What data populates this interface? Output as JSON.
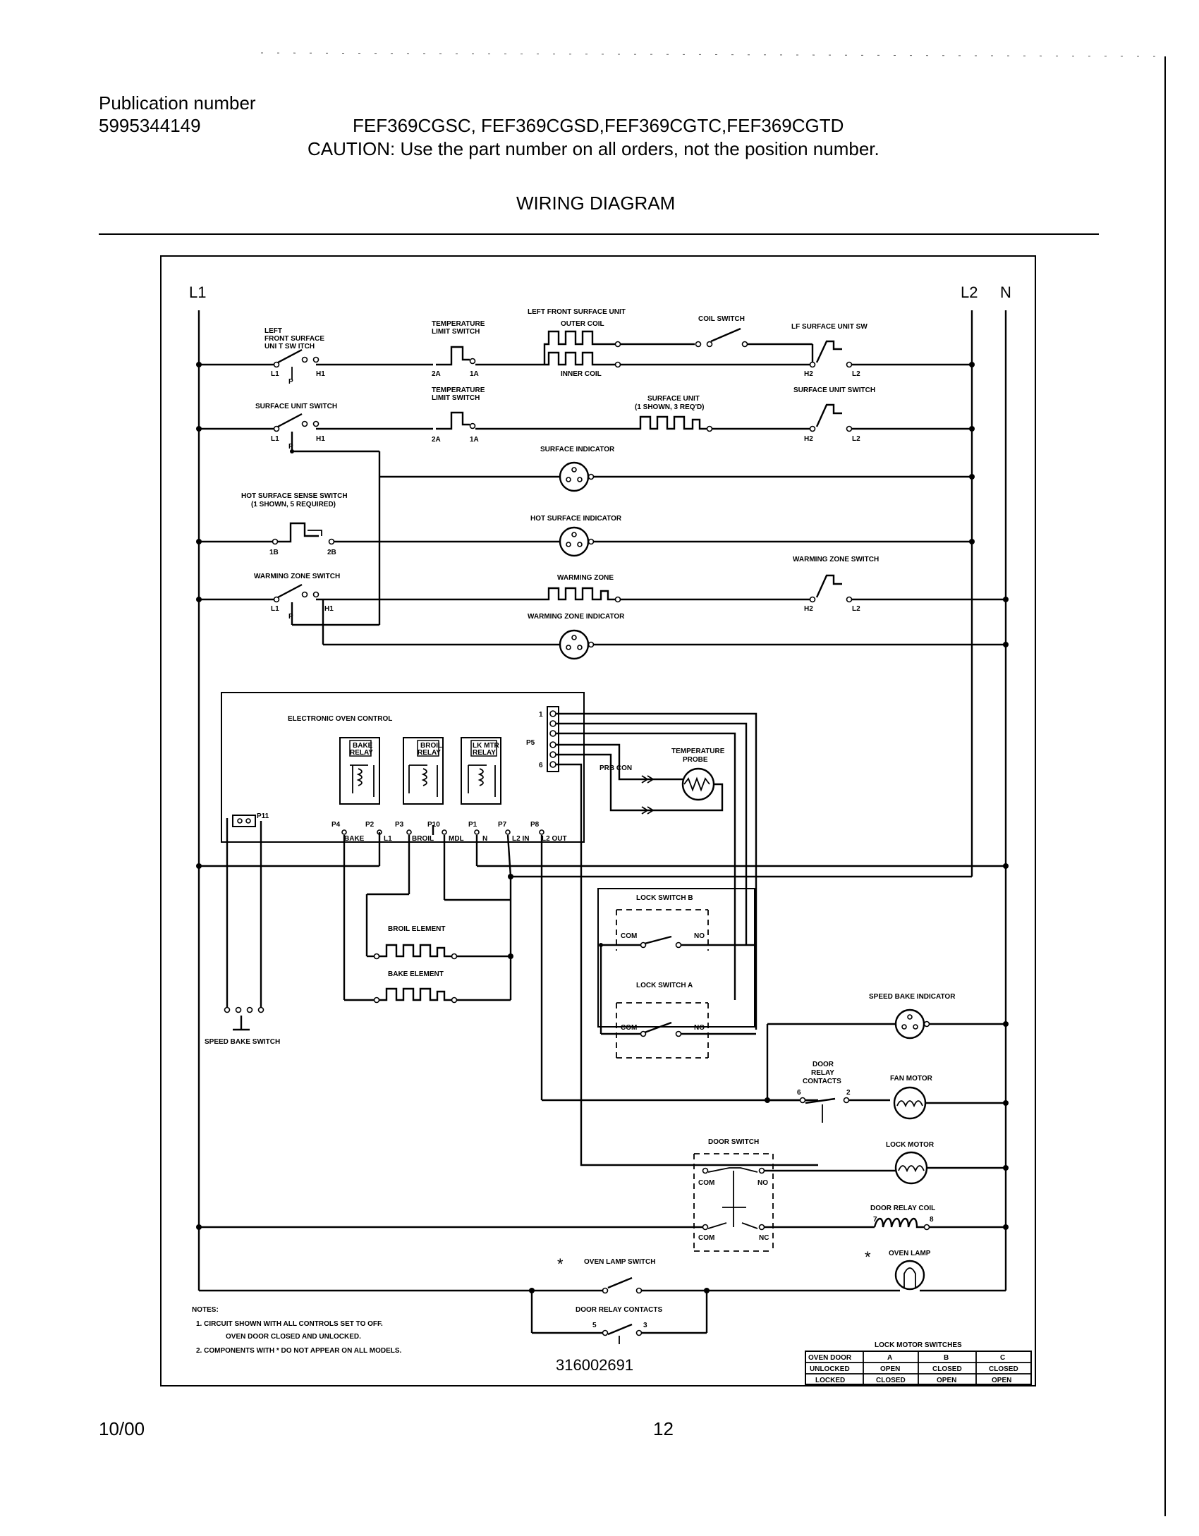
{
  "header": {
    "publication_label": "Publication number",
    "publication_number": "5995344149",
    "models": "FEF369CGSC, FEF369CGSD,FEF369CGTC,FEF369CGTD",
    "caution": "CAUTION:  Use the part number on all orders, not the position number.",
    "title": "WIRING DIAGRAM"
  },
  "footer": {
    "date": "10/00",
    "page": "12"
  },
  "diagram": {
    "lines": {
      "l1": "L1",
      "l2": "L2",
      "n": "N"
    },
    "lf_switch": {
      "title_1": "LEFT",
      "title_2": "FRONT  SURFACE",
      "title_3": "UNI T  SW ITCH",
      "t1": "L1",
      "tp": "P",
      "t2": "H1"
    },
    "temp_limit_1": {
      "title_1": "TEMPERATURE",
      "title_2": "LIMIT SWITCH",
      "t1": "2A",
      "t2": "1A"
    },
    "lf_unit": {
      "title_1": "LEFT FRONT SURFACE UNIT",
      "title_2": "OUTER COIL",
      "title_3": "INNER COIL"
    },
    "coil_switch": "COIL SWITCH",
    "lf_unit_sw": {
      "title": "LF SURFACE UNIT SW",
      "t1": "H2",
      "t2": "L2"
    },
    "surf_switch": {
      "title": "SURFACE UNIT SWITCH",
      "t1": "L1",
      "tp": "P",
      "t2": "H1"
    },
    "temp_limit_2": {
      "title_1": "TEMPERATURE",
      "title_2": "LIMIT SWITCH",
      "t1": "2A",
      "t2": "1A"
    },
    "surface_unit": {
      "title_1": "SURFACE UNIT",
      "title_2": "(1 SHOWN, 3 REQ'D)"
    },
    "surf_unit_sw": {
      "title": "SURFACE UNIT SWITCH",
      "t1": "H2",
      "t2": "L2"
    },
    "surface_indicator": "SURFACE INDICATOR",
    "hot_sense": {
      "title_1": "HOT SURFACE SENSE SWITCH",
      "title_2": "(1 SHOWN, 5 REQUIRED)",
      "t1": "1B",
      "t2": "2B"
    },
    "hot_indicator": "HOT SURFACE INDICATOR",
    "warming_switch": {
      "title": "WARMING ZONE SWITCH",
      "t1": "L1",
      "tp": "P",
      "t2": "H1"
    },
    "warming_zone": "WARMING ZONE",
    "warming_zone_sw": {
      "title": "WARMING ZONE SWITCH",
      "t1": "H2",
      "t2": "L2"
    },
    "warming_indicator": "WARMING ZONE INDICATOR",
    "eoc": {
      "title": "ELECTRONIC OVEN CONTROL",
      "bake_relay": [
        "BAKE",
        "RELAY"
      ],
      "broil_relay": [
        "BROIL",
        "RELAY"
      ],
      "lk_relay": [
        "LK MTR",
        "RELAY"
      ],
      "p5": "P5",
      "p5_1": "1",
      "p5_6": "6",
      "p11": "P11",
      "pins": [
        "P4",
        "P2",
        "P3",
        "P10",
        "P1",
        "P7",
        "P8"
      ],
      "pin_labels": [
        "BAKE",
        "L1",
        "BROIL",
        "MDL",
        "N",
        "L2  IN",
        "L2  OUT"
      ],
      "prb_con": "PRB CON"
    },
    "temp_probe": [
      "TEMPERATURE",
      "PROBE"
    ],
    "broil_element": "BROIL ELEMENT",
    "bake_element": "BAKE ELEMENT",
    "speed_bake_switch": "SPEED BAKE SWITCH",
    "lock_switch_b": {
      "title": "LOCK SWITCH B",
      "com": "COM",
      "no": "NO"
    },
    "lock_switch_a": {
      "title": "LOCK SWITCH A",
      "com": "COM",
      "no": "NO"
    },
    "speed_bake_indicator": "SPEED BAKE INDICATOR",
    "door_relay_contacts_1": {
      "title_1": "DOOR",
      "title_2": "RELAY",
      "title_3": "CONTACTS",
      "t1": "6",
      "t2": "2"
    },
    "fan_motor": "FAN MOTOR",
    "door_switch": {
      "title": "DOOR SWITCH",
      "com1": "COM",
      "no": "NO",
      "com2": "COM",
      "nc": "NC"
    },
    "lock_motor": "LOCK MOTOR",
    "door_relay_coil": {
      "title": "DOOR RELAY COIL",
      "t1": "7",
      "t2": "8"
    },
    "oven_lamp": "OVEN LAMP",
    "oven_lamp_switch": "OVEN LAMP SWITCH",
    "door_relay_contacts_2": {
      "title": "DOOR RELAY CONTACTS",
      "t1": "5",
      "t2": "3"
    },
    "asterisk": "*",
    "notes": {
      "title": "NOTES:",
      "n1a": "1.  CIRCUIT SHOWN WITH ALL CONTROLS SET TO OFF.",
      "n1b": "OVEN DOOR CLOSED AND UNLOCKED.",
      "n2": "2.  COMPONENTS WITH   *  DO NOT APPEAR ON ALL MODELS."
    },
    "part_number": "316002691",
    "lock_table": {
      "title": "LOCK MOTOR SWITCHES",
      "header": [
        "OVEN DOOR",
        "A",
        "B",
        "C"
      ],
      "rows": [
        [
          "UNLOCKED",
          "OPEN",
          "CLOSED",
          "CLOSED"
        ],
        [
          "LOCKED",
          "CLOSED",
          "OPEN",
          "OPEN"
        ]
      ]
    }
  }
}
